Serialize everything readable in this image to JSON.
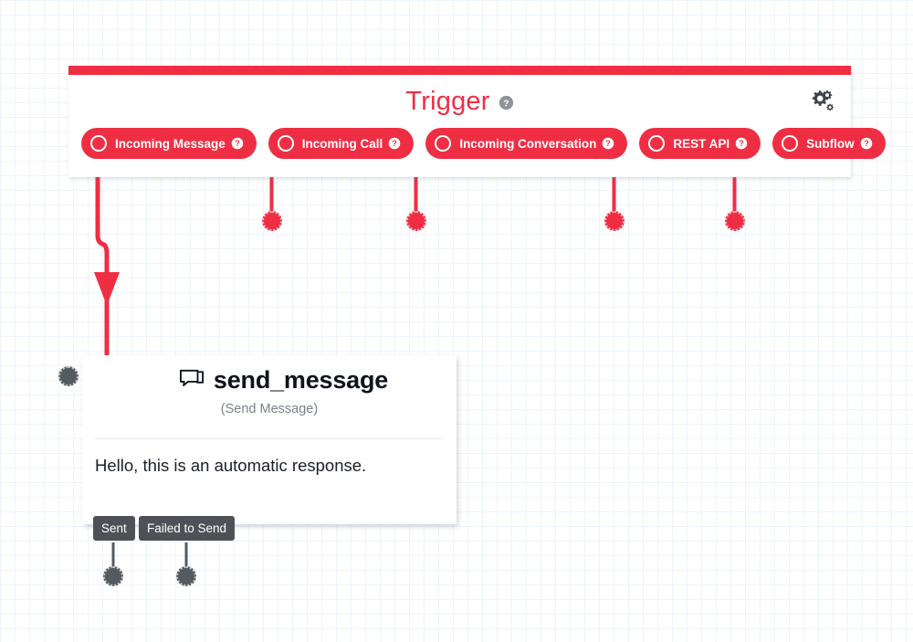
{
  "canvas": {
    "grid_color": "#eef4fc",
    "grid_major_color": "#dde9f8",
    "background": "#ffffff"
  },
  "theme": {
    "accent_red": "#ef2e43",
    "port_grey": "#555a5e",
    "chip_grey": "#4e5256",
    "help_grey": "#8e9499"
  },
  "trigger_panel": {
    "title": "Trigger",
    "title_help_icon": "help-circle-icon",
    "settings_icon": "gears-icon",
    "triggers": [
      {
        "label": "Incoming Message",
        "help_icon": "help-circle-icon",
        "port_icon": "output-port-icon",
        "connected": true
      },
      {
        "label": "Incoming Call",
        "help_icon": "help-circle-icon",
        "port_icon": "output-port-icon",
        "connected": false
      },
      {
        "label": "Incoming Conversation",
        "help_icon": "help-circle-icon",
        "port_icon": "output-port-icon",
        "connected": false
      },
      {
        "label": "REST API",
        "help_icon": "help-circle-icon",
        "port_icon": "output-port-icon",
        "connected": false
      },
      {
        "label": "Subflow",
        "help_icon": "help-circle-icon",
        "port_icon": "output-port-icon",
        "connected": false
      }
    ]
  },
  "node": {
    "icon": "chat-bubble-icon",
    "title": "send_message",
    "subtitle": "(Send Message)",
    "body_text": "Hello, this is an automatic response.",
    "input_port_icon": "input-port-icon",
    "outputs": [
      {
        "label": "Sent",
        "port_icon": "output-port-icon"
      },
      {
        "label": "Failed to Send",
        "port_icon": "output-port-icon"
      }
    ]
  },
  "connection": {
    "from": "Incoming Message",
    "to": "send_message",
    "color": "#ef2e43",
    "arrow_icon": "arrow-down-icon"
  }
}
